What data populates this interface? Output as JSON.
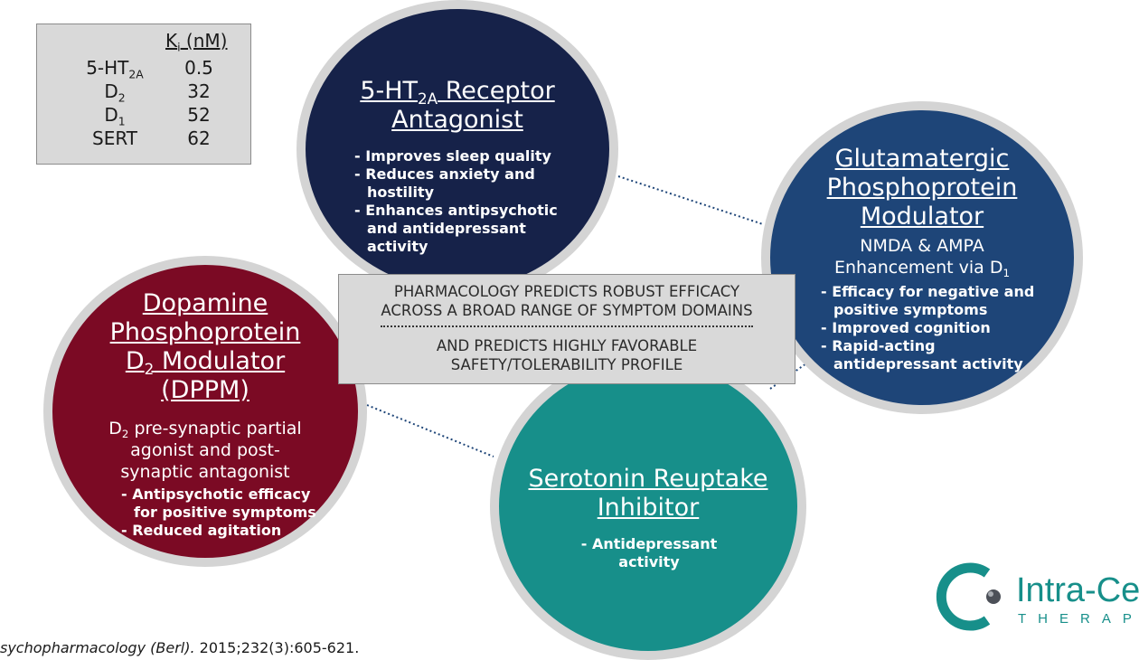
{
  "ki_table": {
    "header": "K",
    "header_sub": "i",
    "header_unit": " (nM)",
    "rows": [
      {
        "target": "5-HT",
        "target_sub": "2A",
        "value": "0.5"
      },
      {
        "target": "D",
        "target_sub": "2",
        "value": "32"
      },
      {
        "target": "D",
        "target_sub": "1",
        "value": "52"
      },
      {
        "target": "SERT",
        "target_sub": "",
        "value": "62"
      }
    ]
  },
  "circles": {
    "receptor": {
      "title_line1_pre": "5-HT",
      "title_line1_sub": "2A",
      "title_line1_post": " Receptor",
      "title_line2": "Antagonist",
      "bullets": [
        "- Improves sleep quality",
        "- Reduces anxiety and hostility",
        "- Enhances antipsychotic and antidepressant activity"
      ],
      "color": "#162249"
    },
    "glutamatergic": {
      "title_line1": "Glutamatergic",
      "title_line2": "Phosphoprotein",
      "title_line3": "Modulator",
      "sub_line1": "NMDA & AMPA",
      "sub_line2_pre": "Enhancement via D",
      "sub_line2_sub": "1",
      "bullets": [
        "- Efficacy for negative and positive symptoms",
        "- Improved cognition",
        "- Rapid-acting antidepressant activity"
      ],
      "color": "#1e4578"
    },
    "dopamine": {
      "title_line1": "Dopamine",
      "title_line2": "Phosphoprotein",
      "title_line3_pre": "D",
      "title_line3_sub": "2",
      "title_line3_post": " Modulator",
      "title_line4": "(DPPM)",
      "sub_line1_pre": "D",
      "sub_line1_sub": "2",
      "sub_line1_post": " pre-synaptic partial",
      "sub_line2": "agonist and post-",
      "sub_line3": "synaptic antagonist",
      "bullets": [
        "- Antipsychotic efficacy for positive symptoms",
        "- Reduced agitation"
      ],
      "color": "#7b0a24"
    },
    "serotonin": {
      "title_line1": "Serotonin Reuptake",
      "title_line2": "Inhibitor",
      "bullets": [
        "- Antidepressant activity"
      ],
      "color": "#178f8a"
    }
  },
  "center_box": {
    "line1": "PHARMACOLOGY PREDICTS ROBUST EFFICACY",
    "line2": "ACROSS A BROAD RANGE OF SYMPTOM DOMAINS",
    "line3": "AND PREDICTS HIGHLY FAVORABLE",
    "line4": "SAFETY/TOLERABILITY PROFILE"
  },
  "logo": {
    "name": "Intra-Cel",
    "tagline": "THERAP"
  },
  "citation": {
    "journal": "sychopharmacology (Berl).",
    "reference": " 2015;232(3):605-621."
  }
}
